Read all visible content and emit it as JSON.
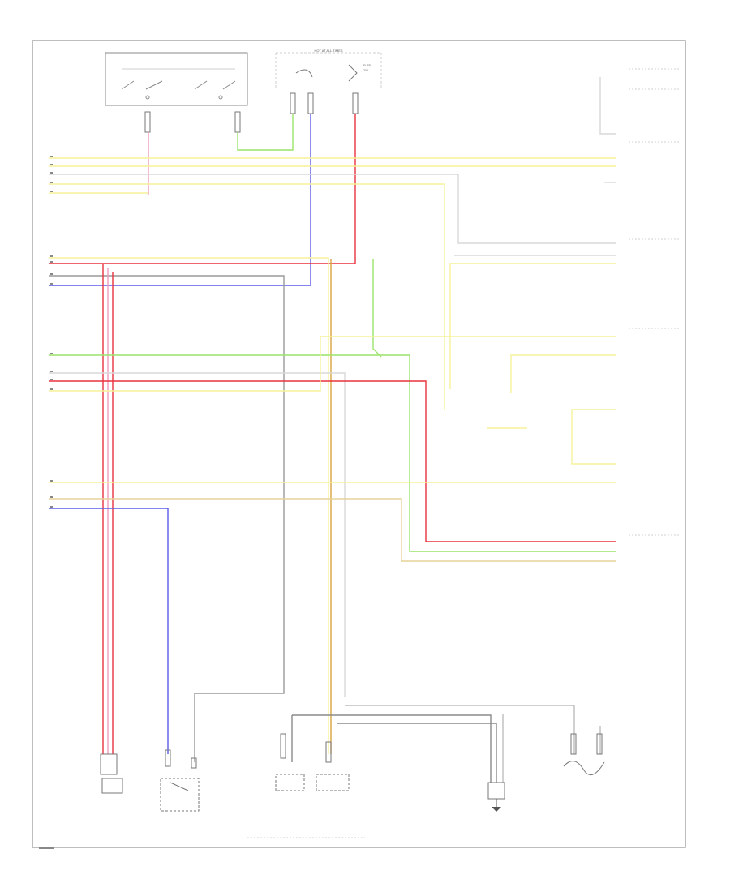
{
  "diagram": {
    "border_color": "#999999",
    "page_marker": "",
    "top_block": {
      "label": "HOT AT ALL TIMES",
      "fuse_label": "FUSE",
      "fuse_value": "20A"
    },
    "components": {
      "ignition_switch": "",
      "central_electrical_box": "",
      "shift_lock_solenoid": "",
      "horn": "",
      "evap_canister_purge_valve": "",
      "brake_light_switch": "",
      "body_ground": "",
      "speed_sensor": ""
    },
    "wire_colors": {
      "yellow": "#f5f29a",
      "red": "#e8323f",
      "pink": "#f29bbf",
      "blue": "#5b5be8",
      "green": "#9be36a",
      "orange": "#d9a441",
      "gray": "#9a9a9a",
      "white": "#d8d8d8",
      "black": "#555555"
    },
    "right_labels": [
      "",
      "",
      "",
      "",
      "",
      "",
      "",
      ""
    ],
    "ground_label": ""
  }
}
